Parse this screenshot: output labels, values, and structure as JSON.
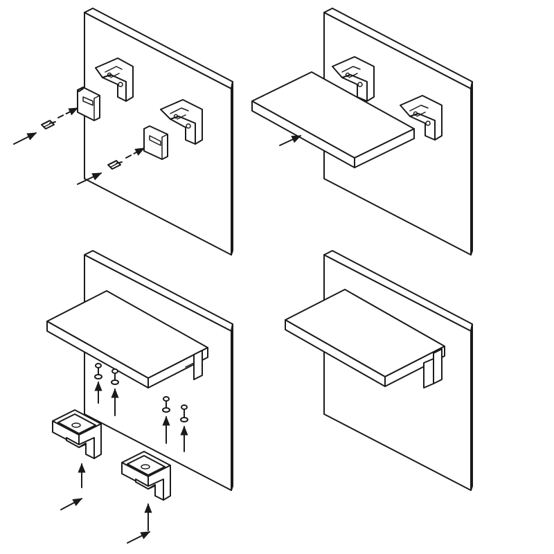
{
  "figure": {
    "description_visible": "",
    "panels": [
      {
        "id": "step-1",
        "contents": [
          "wall-panel",
          "bracket-a",
          "bracket-b",
          "mounting-plate-a",
          "mounting-plate-b",
          "screw-a",
          "screw-b"
        ]
      },
      {
        "id": "step-2",
        "contents": [
          "wall-panel",
          "bracket-a",
          "bracket-b",
          "shelf-board"
        ]
      },
      {
        "id": "step-3",
        "contents": [
          "wall-panel",
          "shelf-board",
          "screw-x4",
          "cover-cap-a",
          "cover-cap-b"
        ]
      },
      {
        "id": "step-4",
        "contents": [
          "wall-panel",
          "shelf-board-mounted"
        ]
      }
    ],
    "colors": {
      "line": "#1a1a1a",
      "background": "#ffffff"
    }
  }
}
